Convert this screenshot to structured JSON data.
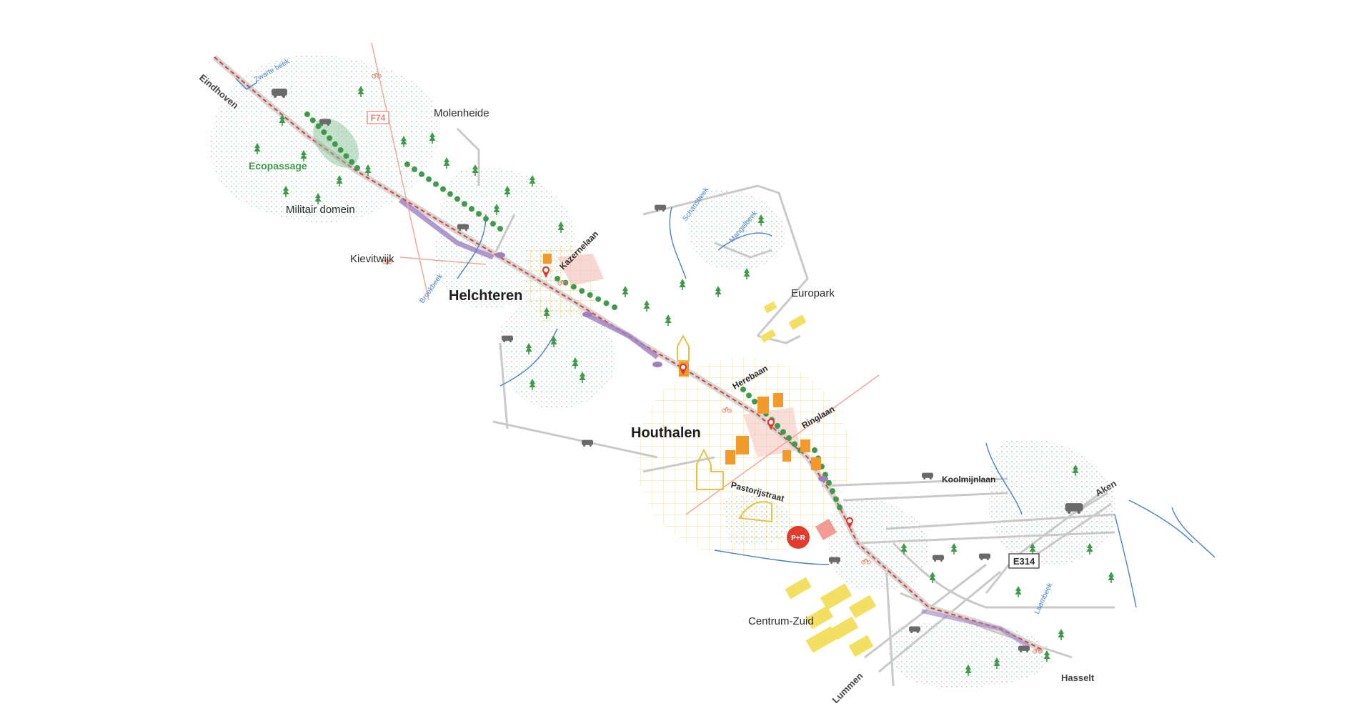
{
  "colors": {
    "vegetation_dot": "#9fc5a6",
    "tree": "#3f9a4c",
    "road": "#c9c9c9",
    "rail_red": "#e23b2e",
    "corridor_purple": "#9e7fc0",
    "water": "#4a7fc4",
    "building_orange": "#f39a2b",
    "building_yellow": "#f3df62",
    "grid_yellow": "#efd690",
    "pink_area": "#f3c6c0",
    "eco_green": "#8cc49a"
  },
  "places": {
    "eindhoven": "Eindhoven",
    "zwarte_beek": "Zwarte beek",
    "molenheide": "Molenheide",
    "f74": "F74",
    "ecopassage": "Ecopassage",
    "militair_domein": "Militair domein",
    "kievitwijk": "Kievitwijk",
    "broekbeek": "Broekbeek",
    "helchteren": "Helchteren",
    "kazernelaan": "Kazernelaan",
    "schansbeek": "Schansbeek",
    "mangelbeek": "Mangelbeek",
    "europark": "Europark",
    "herebaan": "Herebaan",
    "ringlaan": "Ringlaan",
    "houthalen": "Houthalen",
    "koolmijnlaan": "Koolmijnlaan",
    "pastorijstraat": "Pastorijstraat",
    "aken": "Aken",
    "e314": "E314",
    "p_r": "P+R",
    "laambeek": "Laambeek",
    "centrum_zuid": "Centrum-Zuid",
    "lummen": "Lummen",
    "hasselt": "Hasselt"
  },
  "icons": [
    "bus-icon",
    "train-station-icon",
    "bike-icon",
    "church-icon",
    "tree-icon",
    "p-and-r-icon"
  ]
}
